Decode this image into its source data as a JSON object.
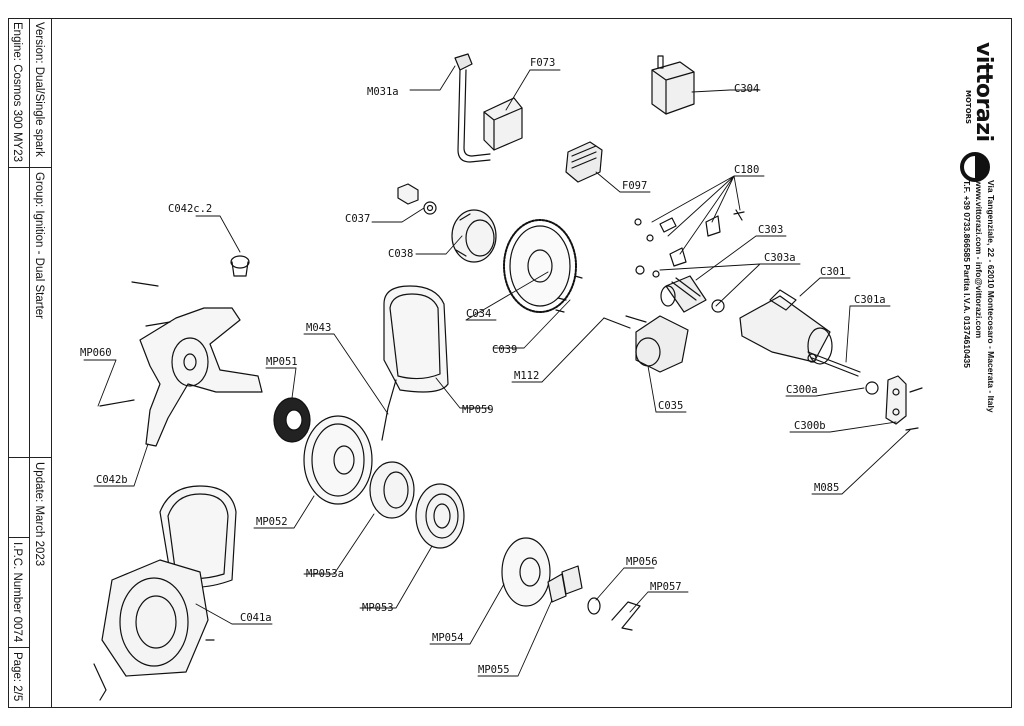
{
  "titleblock": {
    "engine": "Engine: Cosmos 300 MY23",
    "version": "Version: Dual/Single spark",
    "group": "Group: Ignition - Dual Starter",
    "update": "Update: March 2023",
    "ipc": "I.P.C. Number 0074",
    "page": "Page: 2/5"
  },
  "brand": {
    "logo_word": "vittorazi",
    "logo_sub": "MOTORS",
    "address_line1": "Via Tangenziale, 22 - 62010 Montecosaro - Macerata - Italy",
    "address_line2": "www.vittorazi.com - info@vittorazi.com",
    "address_line3": "T.F. +39 0733.866585 Partita I.V.A. 01374610435"
  },
  "labels": {
    "M031a": "M031a",
    "F073": "F073",
    "C304": "C304",
    "F097": "F097",
    "C180": "C180",
    "C037": "C037",
    "C038": "C038",
    "C042c2": "C042c.2",
    "C303": "C303",
    "C303a": "C303a",
    "C301": "C301",
    "C301a": "C301a",
    "C034": "C034",
    "C039": "C039",
    "M043": "M043",
    "MP060": "MP060",
    "MP051": "MP051",
    "MP059": "MP059",
    "M112": "M112",
    "C035": "C035",
    "C300a": "C300a",
    "C300b": "C300b",
    "M085": "M085",
    "C042b": "C042b",
    "MP052": "MP052",
    "MP053a": "MP053a",
    "MP053": "MP053",
    "C041a": "C041a",
    "MP054": "MP054",
    "MP056": "MP056",
    "MP057": "MP057",
    "MP055": "MP055"
  }
}
